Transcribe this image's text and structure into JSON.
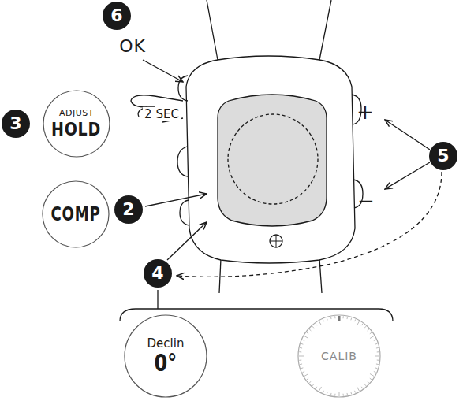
{
  "diagram": {
    "nodes": [
      {
        "text": [
          "ADJUST",
          "HOLD"
        ]
      },
      {
        "text": [
          "COMP"
        ]
      },
      {
        "text": [
          "Declin",
          "0°"
        ]
      },
      {
        "text": [
          "CALIB"
        ]
      }
    ],
    "labels": [
      "6",
      "OK",
      "3",
      "2 SEC",
      "2",
      "4",
      "5",
      "+",
      "−"
    ]
  }
}
